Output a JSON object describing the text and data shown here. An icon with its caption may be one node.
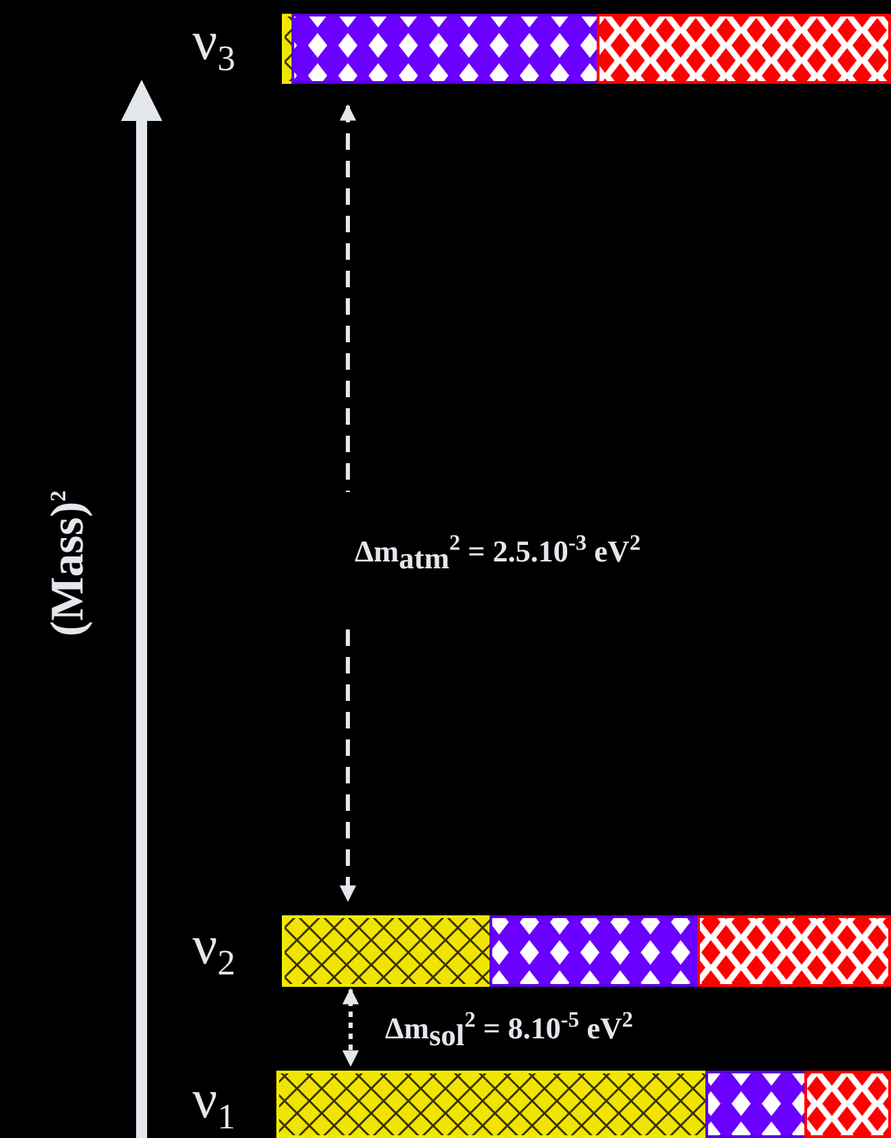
{
  "diagram": {
    "labels": [
      "ν$_{3}$",
      "(Mass)$^{2}$",
      "Δm$_{atm}$$^{2}$ = 2.5.10$^{-3}$ eV$^{2}$",
      "ν$_{2}$",
      "Δm$_{sol}$$^{2}$ = 8.10$^{-5}$ eV$^{2}$",
      "ν$_{1}$"
    ]
  }
}
